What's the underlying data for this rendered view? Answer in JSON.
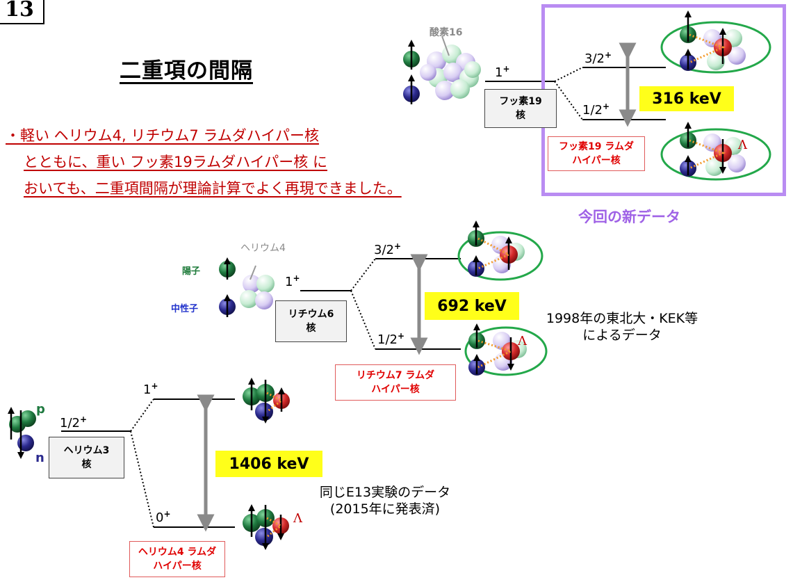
{
  "slide_number": "13",
  "title": "二重項の間隔",
  "summary": {
    "line1": "・軽い ヘリウム4, リチウム7 ラムダハイパー核",
    "line2": "とともに、重い フッ素19ラムダハイパー核 に",
    "line3": "おいても、二重項間隔が理論計算でよく再現できました。"
  },
  "legend": {
    "proton": "陽子",
    "neutron": "中性子",
    "p_symbol": "p",
    "n_symbol": "n"
  },
  "fluorine": {
    "core_label": "酸素16",
    "core_level": "1",
    "core_parity": "+",
    "box_line1": "フッ素19",
    "box_line2": "核",
    "upper_level": "3/2",
    "upper_parity": "+",
    "lower_level": "1/2",
    "lower_parity": "+",
    "energy": "316 keV",
    "hyper_line1": "フッ素19 ラムダ",
    "hyper_line2": "ハイパー核",
    "new_data": "今回の新データ"
  },
  "lithium": {
    "core_label": "ヘリウム4",
    "core_level": "1",
    "core_parity": "+",
    "box_line1": "リチウム6",
    "box_line2": "核",
    "upper_level": "3/2",
    "upper_parity": "+",
    "lower_level": "1/2",
    "lower_parity": "+",
    "energy": "692 keV",
    "hyper_line1": "リチウム7 ラムダ",
    "hyper_line2": "ハイパー核",
    "note_line1": "1998年の東北大・KEK等",
    "note_line2": "によるデータ"
  },
  "helium": {
    "core_level": "1/2",
    "core_parity": "+",
    "box_line1": "ヘリウム3",
    "box_line2": "核",
    "upper_level": "1",
    "upper_parity": "+",
    "lower_level": "0",
    "lower_parity": "+",
    "energy": "1406 keV",
    "hyper_line1": "ヘリウム4 ラムダ",
    "hyper_line2": "ハイパー核",
    "note_line1": "同じE13実験のデータ",
    "note_line2": "(2015年に発表済)"
  },
  "lambda_symbol": "Λ",
  "colors": {
    "summary_red": "#c00000",
    "energy_yellow": "#ffff1a",
    "frame_purple": "#b98cf2",
    "proton_green": "#1f6b3a",
    "neutron_navy": "#2b2a7e",
    "lambda_red": "#d42a2a",
    "ellipse_green": "#23a84a"
  }
}
